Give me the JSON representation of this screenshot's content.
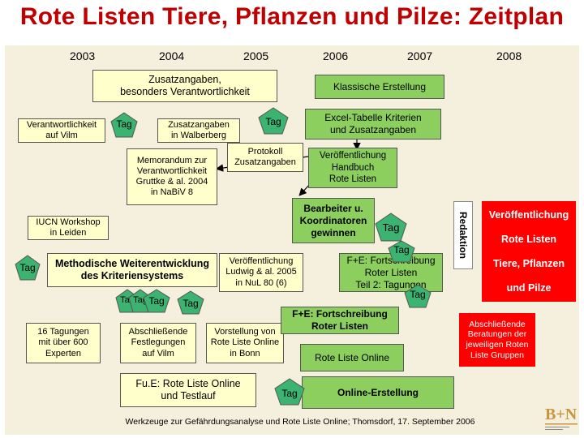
{
  "title": "Rote Listen Tiere, Pflanzen und Pilze:  Zeitplan",
  "years": [
    "2003",
    "2004",
    "2005",
    "2006",
    "2007",
    "2008"
  ],
  "boxes": {
    "zusatzangaben": "Zusatzangaben,\nbesonders Verantwortlichkeit",
    "verantwortlichkeit_vilm": "Verantwortlichkeit\nauf Vilm",
    "zusatzangaben_walberberg": "Zusatzangaben\nin Walberberg",
    "memorandum": "Memorandum zur\nVerantwortlichkeit\nGruttke & al. 2004\nin NaBiV 8",
    "protokoll": "Protokoll\nZusatzangaben",
    "iucn": "IUCN Workshop\nin Leiden",
    "methodische": "Methodische Weiterentwicklung\ndes Kriteriensystems",
    "veroeffentlichung_ludwig": "Veröffentlichung\nLudwig & al. 2005\nin NuL 80 (6)",
    "tagungen_16": "16 Tagungen\nmit über 600\nExperten",
    "abschliessende_festlegungen": "Abschließende\nFestlegungen\nauf Vilm",
    "vorstellung": "Vorstellung von\nRote Liste Online\nin Bonn",
    "fue_rote_liste": "Fu.E: Rote Liste Online\nund Testlauf",
    "klassische": "Klassische Erstellung",
    "excel": "Excel-Tabelle Kriterien\nund Zusatzangaben",
    "handbuch": "Veröffentlichung\nHandbuch\nRote Listen",
    "bearbeiter": "Bearbeiter u.\nKoordinatoren\ngewinnen",
    "fe_teil2": "F+E: Fortschreibung\nRoter Listen\nTeil 2: Tagungen",
    "fe_fortschreibung": "F+E: Fortschreibung\nRoter Listen",
    "rote_liste_online": "Rote Liste Online",
    "online_erstellung": "Online-Erstellung",
    "abschliessende_beratungen": "Abschließende\nBeratungen der\njeweiligen Roten\nListe Gruppen",
    "redaktion": "Redaktion",
    "veroeff_1": "Veröffentlichung",
    "veroeff_2": "Rote Listen",
    "veroeff_3": "Tiere, Pflanzen",
    "veroeff_4": "und Pilze"
  },
  "tag_label": "Tag",
  "footer": "Werkzeuge zur Gefährdungsanalyse und Rote Liste Online; Thomsdorf, 17. September 2006",
  "logo": "B+N",
  "colors": {
    "title": "#c00000",
    "panel": "#f5efdd",
    "yellow_box": "#ffffcc",
    "green_box": "#8ccf5e",
    "red_box": "#ff0000",
    "tag_pentagon": "#3cb371"
  }
}
